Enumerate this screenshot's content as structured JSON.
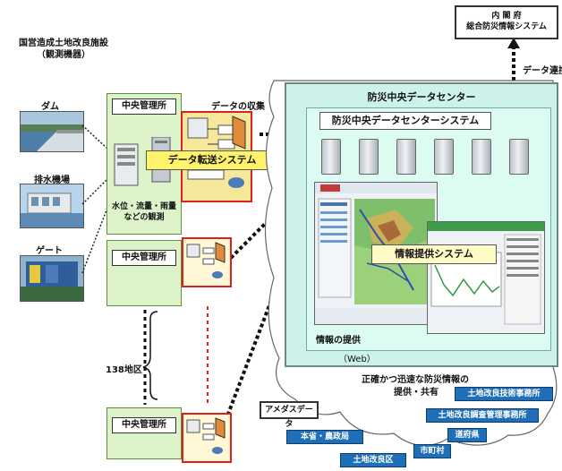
{
  "left_title": [
    "国営造成土地改良施設",
    "（観測機器）"
  ],
  "facilities": [
    {
      "label": "ダム",
      "icon": "dam-photo"
    },
    {
      "label": "排水機場",
      "icon": "pump-station-photo"
    },
    {
      "label": "ゲート",
      "icon": "gate-photo"
    }
  ],
  "management_office_label": "中央管理所",
  "observation_note": [
    "水位・流量・雨量",
    "などの観測"
  ],
  "data_collection_label": "データの収集",
  "data_transfer_system": "データ転送システム",
  "region_count_label": "138地区",
  "cabinet_office": [
    "内 閣 府",
    "総合防災情報システム"
  ],
  "data_link_label": "データ連携",
  "center_title": "防災中央データセンター",
  "center_system_title": "防災中央データセンターシステム",
  "info_system_label": "情報提供システム",
  "info_provision_label": "情報の提供",
  "web_label": "（Web）",
  "sharing_text": [
    "正確かつ迅速な防災情報の",
    "提供・共有"
  ],
  "amedas_label": "アメダスデータ",
  "agencies": [
    "土地改良技術事務所",
    "土地改良調査管理事務所",
    "道府県",
    "本省・農政局",
    "市町村",
    "土地改良区"
  ],
  "colors": {
    "management_bg": "#dcf3c9",
    "center_bg": "#cdf2ea",
    "banner_yellow": "#fff36b",
    "agency_blue": "#1f6fb8",
    "accent_red": "#e0201a"
  }
}
